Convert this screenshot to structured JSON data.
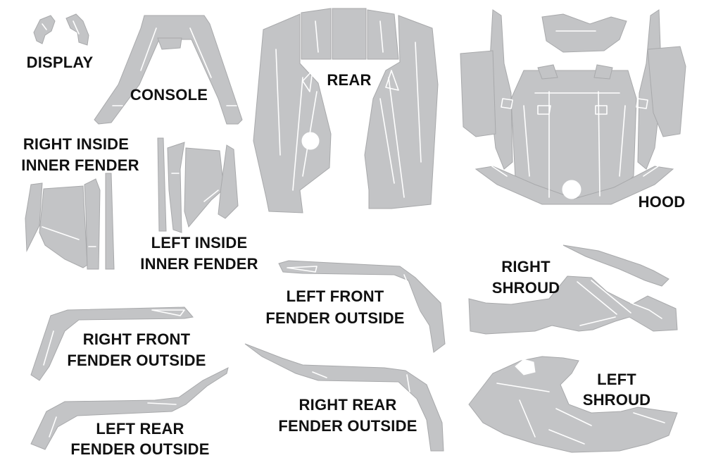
{
  "colors": {
    "part_fill": "#c3c4c6",
    "part_stroke": "#a8a9ab",
    "cut_stroke": "#ffffff",
    "label_text": "#111111"
  },
  "labels": {
    "display": "DISPLAY",
    "console": "CONSOLE",
    "rear": "REAR",
    "hood": "HOOD",
    "right_inside_inner_fender_1": "RIGHT INSIDE",
    "right_inside_inner_fender_2": "INNER FENDER",
    "left_inside_inner_fender_1": "LEFT INSIDE",
    "left_inside_inner_fender_2": "INNER FENDER",
    "left_front_fender_outside_1": "LEFT FRONT",
    "left_front_fender_outside_2": "FENDER OUTSIDE",
    "right_shroud_1": "RIGHT",
    "right_shroud_2": "SHROUD",
    "right_front_fender_outside_1": "RIGHT FRONT",
    "right_front_fender_outside_2": "FENDER OUTSIDE",
    "right_rear_fender_outside_1": "RIGHT REAR",
    "right_rear_fender_outside_2": "FENDER OUTSIDE",
    "left_rear_fender_outside_1": "LEFT REAR",
    "left_rear_fender_outside_2": "FENDER OUTSIDE",
    "left_shroud_1": "LEFT",
    "left_shroud_2": "SHROUD"
  }
}
